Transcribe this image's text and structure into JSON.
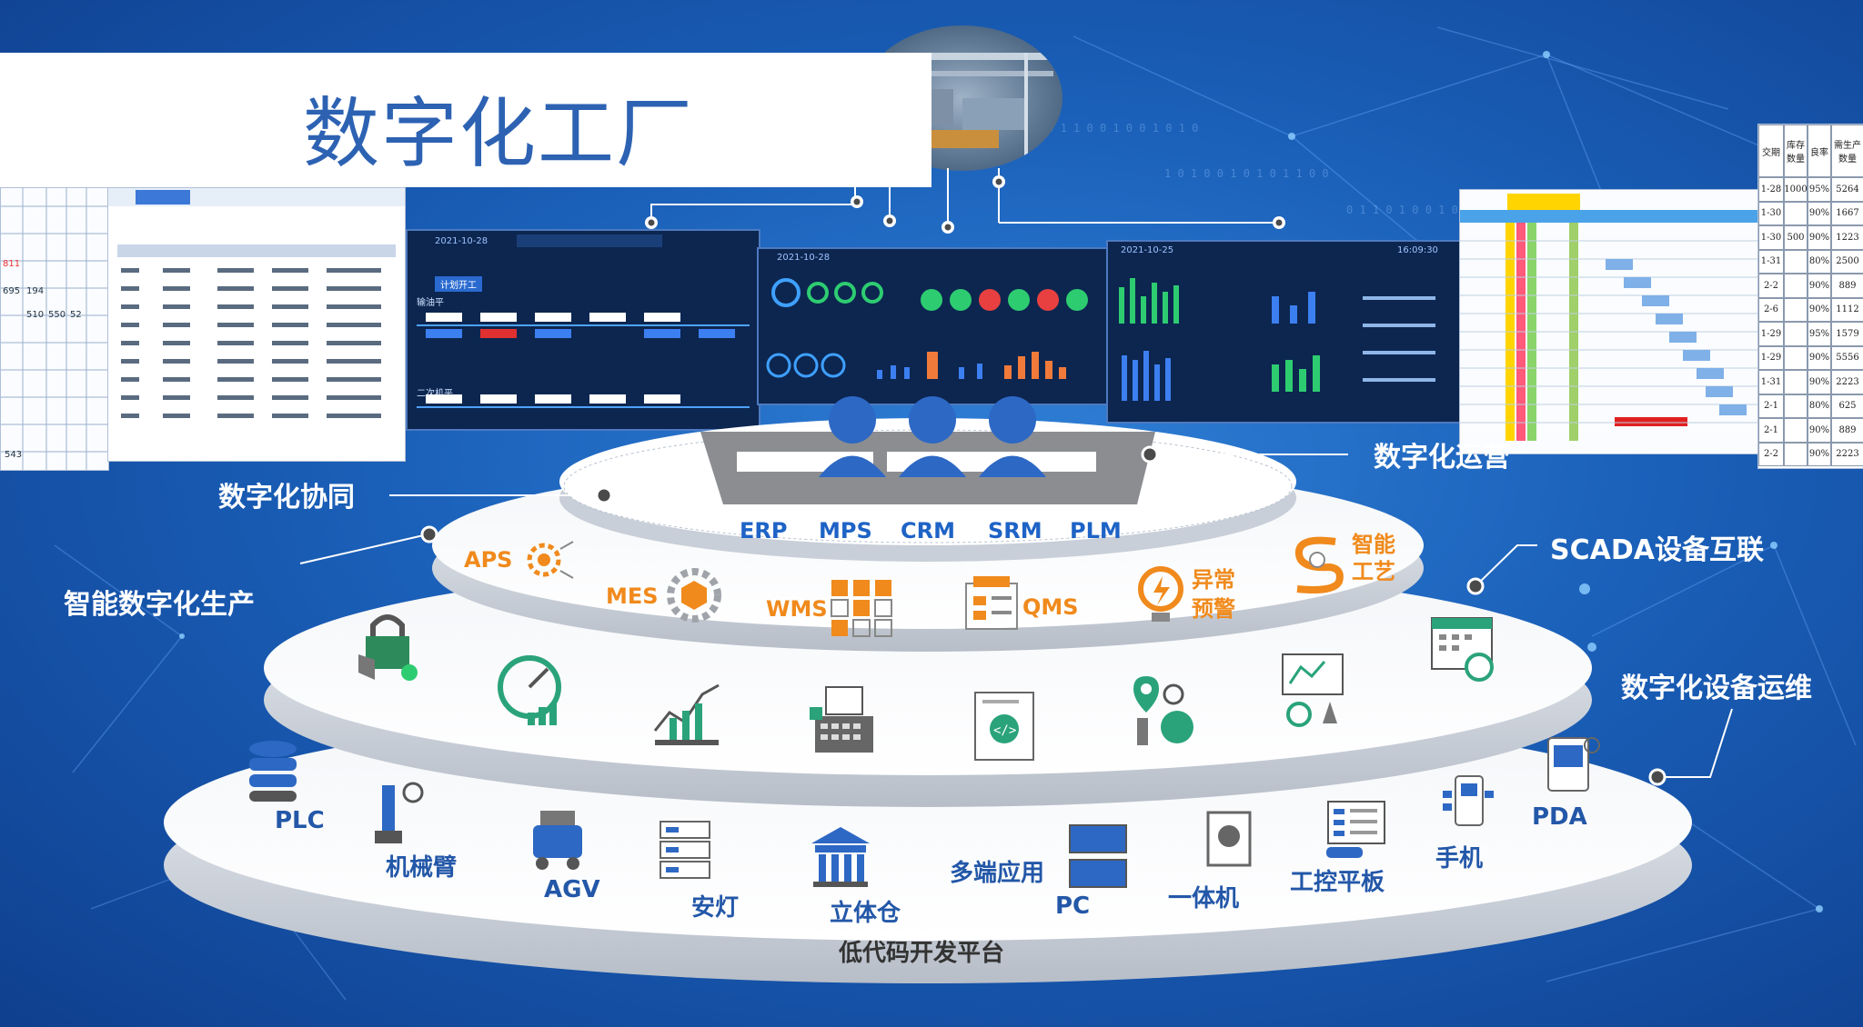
{
  "title": "数字化工厂",
  "side_labels": {
    "collab": "数字化协同",
    "production": "智能数字化生产",
    "operation": "数字化运营",
    "scada": "SCADA设备互联",
    "maintenance": "数字化设备运维"
  },
  "top_modules": [
    "ERP",
    "MPS",
    "CRM",
    "SRM",
    "PLM"
  ],
  "tier2": {
    "aps": "APS",
    "mes": "MES",
    "wms": "WMS",
    "qms": "QMS",
    "alert": "异常\n预警",
    "alert_l1": "异常",
    "alert_l2": "预警",
    "craft_l1": "智能",
    "craft_l2": "工艺"
  },
  "tier4": {
    "plc": "PLC",
    "arm": "机械臂",
    "agv": "AGV",
    "andon": "安灯",
    "warehouse": "立体仓",
    "multi": "多端应用",
    "pc": "PC",
    "allinone": "一体机",
    "panel": "工控平板",
    "phone": "手机",
    "pda": "PDA"
  },
  "base": "低代码开发平台",
  "screens": {
    "s1_date": "2021-10-28",
    "s2_date": "2021-10-28",
    "s3_date": "2021-10-25",
    "s3_time": "16:09:30",
    "s1_btn": "计划开工",
    "s1_row1": "输油平",
    "s1_row2": "二次机平"
  },
  "right_table": {
    "headers": [
      "交期",
      "库存数量",
      "良率",
      "需生产数量"
    ],
    "rows": [
      [
        "1-28",
        "1000",
        "95%",
        "5264"
      ],
      [
        "1-30",
        "",
        "90%",
        "1667"
      ],
      [
        "1-30",
        "500",
        "90%",
        "1223"
      ],
      [
        "1-31",
        "",
        "80%",
        "2500"
      ],
      [
        "2-2",
        "",
        "90%",
        "889"
      ],
      [
        "2-6",
        "",
        "90%",
        "1112"
      ],
      [
        "1-29",
        "",
        "95%",
        "1579"
      ],
      [
        "1-29",
        "",
        "90%",
        "5556"
      ],
      [
        "1-31",
        "",
        "90%",
        "2223"
      ],
      [
        "2-1",
        "",
        "80%",
        "625"
      ],
      [
        "2-1",
        "",
        "90%",
        "889"
      ],
      [
        "2-2",
        "",
        "90%",
        "2223"
      ]
    ]
  },
  "left_table": {
    "values": [
      "811",
      "695",
      "194",
      "510",
      "550",
      "52",
      "543"
    ]
  },
  "colors": {
    "bg": "#1a5fb8",
    "title": "#2d62b3",
    "orange": "#f08a1c",
    "module_blue": "#1e63c6",
    "person": "#2d68c4"
  }
}
